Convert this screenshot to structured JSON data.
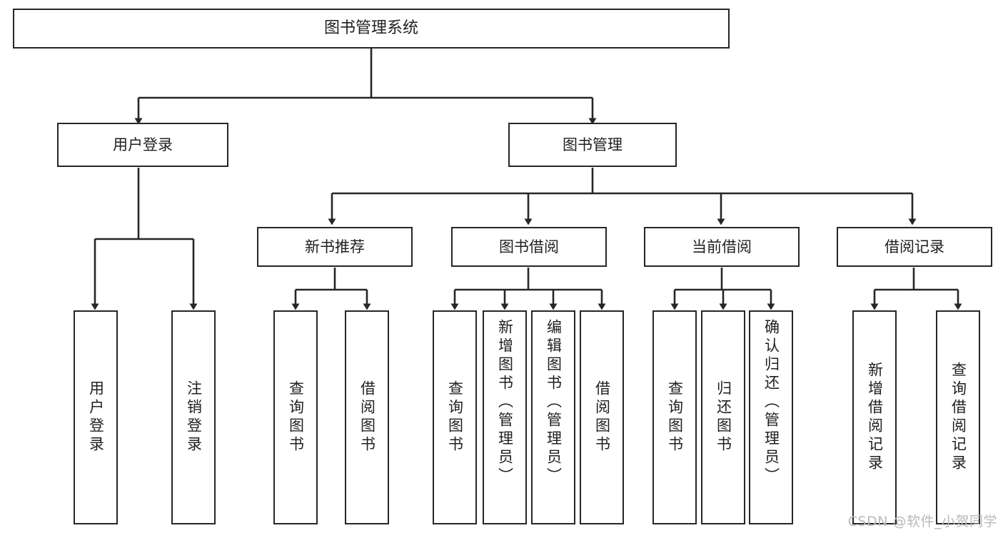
{
  "diagram": {
    "title": "图书管理系统",
    "type": "tree-hierarchy-chart",
    "root": {
      "label": "图书管理系统"
    },
    "level2": [
      {
        "label": "用户登录"
      },
      {
        "label": "图书管理"
      }
    ],
    "level3": [
      {
        "label": "新书推荐"
      },
      {
        "label": "图书借阅"
      },
      {
        "label": "当前借阅"
      },
      {
        "label": "借阅记录"
      }
    ],
    "leaves_user_login": [
      {
        "label": "用户登录"
      },
      {
        "label": "注销登录"
      }
    ],
    "leaves_new_book": [
      {
        "label": "查询图书"
      },
      {
        "label": "借阅图书"
      }
    ],
    "leaves_borrow": [
      {
        "label": "查询图书"
      },
      {
        "label": "新增图书（管理员）"
      },
      {
        "label": "编辑图书（管理员）"
      },
      {
        "label": "借阅图书"
      }
    ],
    "leaves_current": [
      {
        "label": "查询图书"
      },
      {
        "label": "归还图书"
      },
      {
        "label": "确认归还（管理员）"
      }
    ],
    "leaves_records": [
      {
        "label": "新增借阅记录"
      },
      {
        "label": "查询借阅记录"
      }
    ]
  },
  "watermark": {
    "text": "CSDN @软件_小贺同学"
  },
  "colors": {
    "background": "#ffffff",
    "node_border": "#262626",
    "node_fill": "#ffffff",
    "text": "#1f1f1f",
    "edge": "#262626",
    "watermark": "#b9b9b9"
  }
}
